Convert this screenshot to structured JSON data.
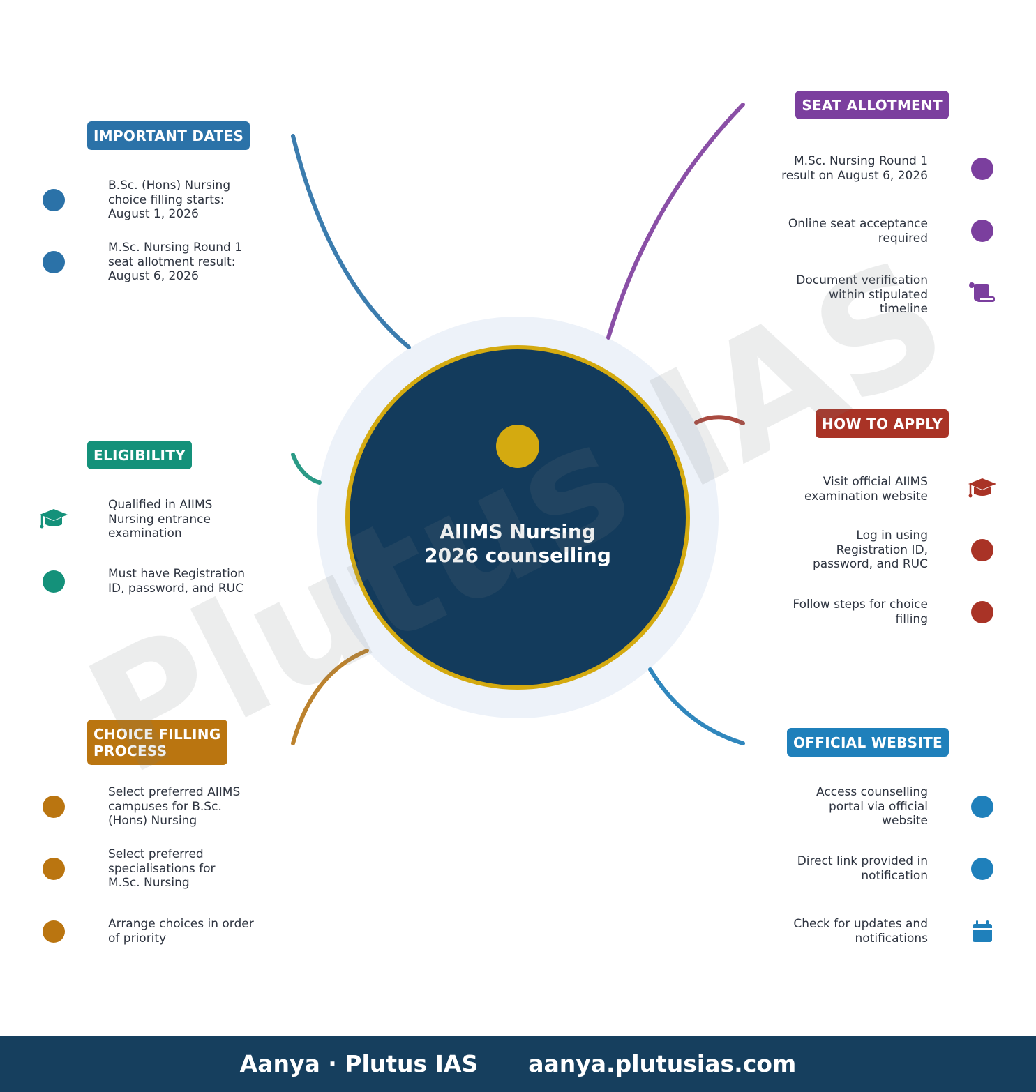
{
  "center": {
    "line1": "AIIMS Nursing",
    "line2": "2026 counselling"
  },
  "watermark": "Plutus IAS",
  "colors": {
    "navy": "#133b5c",
    "gold": "#d4aa10",
    "halo": "#edf2f9",
    "important_dates": "#2b72a8",
    "seat_allotment": "#7b3f9e",
    "how_to_apply": "#a93326",
    "eligibility": "#14917a",
    "choice_filling": "#ba7510",
    "official_website": "#1f80bb"
  },
  "branches": [
    {
      "key": "important_dates",
      "title": "IMPORTANT DATES",
      "items": [
        {
          "lines": [
            "B.Sc. (Hons) Nursing",
            "choice filling starts:",
            "August 1, 2026"
          ],
          "icon": "circle"
        },
        {
          "lines": [
            "M.Sc. Nursing Round 1",
            "seat allotment result:",
            "August 6, 2026"
          ],
          "icon": "circle"
        }
      ]
    },
    {
      "key": "eligibility",
      "title": "ELIGIBILITY",
      "items": [
        {
          "lines": [
            "Qualified in AIIMS",
            "Nursing entrance",
            "examination"
          ],
          "icon": "graduation-cap-icon"
        },
        {
          "lines": [
            "Must have Registration",
            "ID, password, and RUC"
          ],
          "icon": "circle"
        }
      ]
    },
    {
      "key": "choice_filling",
      "title_lines": [
        "CHOICE FILLING",
        "PROCESS"
      ],
      "items": [
        {
          "lines": [
            "Select preferred AIIMS",
            "campuses for B.Sc.",
            "(Hons) Nursing"
          ],
          "icon": "circle"
        },
        {
          "lines": [
            "Select preferred",
            "specialisations for",
            "M.Sc. Nursing"
          ],
          "icon": "circle"
        },
        {
          "lines": [
            "Arrange choices in order",
            "of priority"
          ],
          "icon": "circle"
        }
      ]
    },
    {
      "key": "seat_allotment",
      "title": "SEAT ALLOTMENT",
      "items": [
        {
          "lines": [
            "M.Sc. Nursing Round 1",
            "result on August 6, 2026"
          ],
          "icon": "circle"
        },
        {
          "lines": [
            "Online seat acceptance",
            "required"
          ],
          "icon": "circle"
        },
        {
          "lines": [
            "Document verification",
            "within stipulated",
            "timeline"
          ],
          "icon": "scroll-icon"
        }
      ]
    },
    {
      "key": "how_to_apply",
      "title": "HOW TO APPLY",
      "items": [
        {
          "lines": [
            "Visit official AIIMS",
            "examination website"
          ],
          "icon": "graduation-cap-icon"
        },
        {
          "lines": [
            "Log in using",
            "Registration ID,",
            "password, and RUC"
          ],
          "icon": "circle"
        },
        {
          "lines": [
            "Follow steps for choice",
            "filling"
          ],
          "icon": "circle"
        }
      ]
    },
    {
      "key": "official_website",
      "title": "OFFICIAL WEBSITE",
      "items": [
        {
          "lines": [
            "Access counselling",
            "portal via official",
            "website"
          ],
          "icon": "circle"
        },
        {
          "lines": [
            "Direct link provided in",
            "notification"
          ],
          "icon": "circle"
        },
        {
          "lines": [
            "Check for updates and",
            "notifications"
          ],
          "icon": "calendar-icon"
        }
      ]
    }
  ],
  "footer": {
    "brand": "Aanya · Plutus IAS",
    "url": "aanya.plutusias.com"
  }
}
